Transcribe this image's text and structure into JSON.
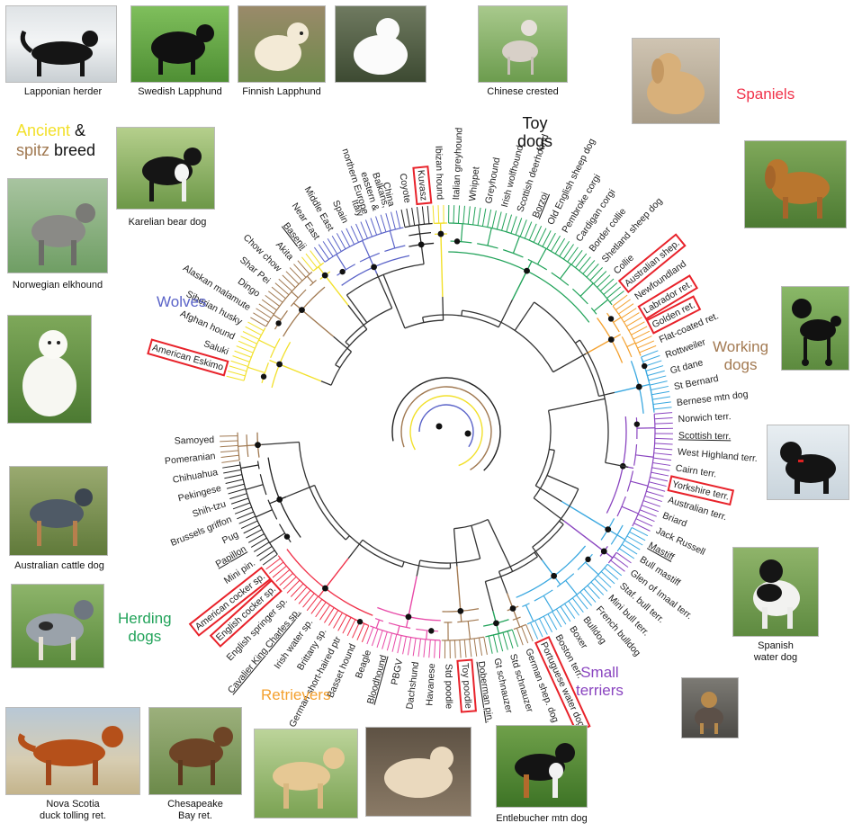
{
  "colors": {
    "wolves": "#5a63c8",
    "ancient": "#f2e02a",
    "spitz": "#a07850",
    "toy": "#222222",
    "spaniels": "#f0324a",
    "working": "#a37a52",
    "herding": "#22a35a",
    "retrievers": "#f4a12f",
    "terriers": "#8a45c0",
    "scenthound": "#e84aa8",
    "mastiff": "#3aa8e0",
    "highlight": "#e8222a"
  },
  "photos": [
    {
      "caption": "Lapponian herder",
      "icon": "black-dog-in-snow"
    },
    {
      "caption": "Swedish Lapphund",
      "icon": "black-spitz-on-grass"
    },
    {
      "caption": "Finnish Lapphund",
      "icon": "cream-spitz"
    },
    {
      "caption": "",
      "icon": "white-fluffy-dog"
    },
    {
      "caption": "Chinese crested",
      "icon": "hairless-dog"
    },
    {
      "caption": "Karelian bear dog",
      "icon": "black-white-dog"
    },
    {
      "caption": "Norwegian elkhound",
      "icon": "grey-spitz"
    },
    {
      "caption": "",
      "icon": "white-pyrenean-dog"
    },
    {
      "caption": "Australian cattle dog",
      "icon": "blue-heeler"
    },
    {
      "caption": "",
      "icon": "merle-shepherd"
    },
    {
      "caption": "Nova Scotia\nduck tolling ret.",
      "icon": "red-retriever"
    },
    {
      "caption": "Chesapeake\nBay ret.",
      "icon": "brown-retriever"
    },
    {
      "caption": "",
      "icon": "yellow-labrador"
    },
    {
      "caption": "",
      "icon": "golden-retriever"
    },
    {
      "caption": "Entlebucher mtn dog",
      "icon": "tricolor-mountain-dog"
    },
    {
      "caption": "",
      "icon": "buff-cocker-spaniel"
    },
    {
      "caption": "",
      "icon": "red-cocker-spaniel"
    },
    {
      "caption": "",
      "icon": "black-poodle"
    },
    {
      "caption": "",
      "icon": "portuguese-water-dog"
    },
    {
      "caption": "Spanish\nwater dog",
      "icon": "black-white-curly-dog"
    },
    {
      "caption": "",
      "icon": "yorkshire-terrier"
    }
  ],
  "groups": {
    "ancient_word": "Ancient",
    "ancient_amp": " &",
    "spitz_word": "spitz",
    "breed_word": " breed",
    "toy": "Toy\ndogs",
    "spaniels": "Spaniels",
    "wolves": "Wolves",
    "working": "Working\ndogs",
    "herding": "Herding\ndogs",
    "retrievers": "Retrievers",
    "terriers": "Small\nterriers"
  },
  "leaves": [
    {
      "label": "American Eskimo",
      "group": "ancient",
      "boxed": true,
      "underline": false
    },
    {
      "label": "Saluki",
      "group": "ancient",
      "boxed": false,
      "underline": false
    },
    {
      "label": "Afghan hound",
      "group": "ancient",
      "boxed": false,
      "underline": false
    },
    {
      "label": "Siberian husky",
      "group": "ancient",
      "boxed": false,
      "underline": false
    },
    {
      "label": "Alaskan malamute",
      "group": "spitz",
      "boxed": false,
      "underline": false
    },
    {
      "label": "Dingo",
      "group": "spitz",
      "boxed": false,
      "underline": false
    },
    {
      "label": "Shar Pei",
      "group": "spitz",
      "boxed": false,
      "underline": false
    },
    {
      "label": "Chow chow",
      "group": "spitz",
      "boxed": false,
      "underline": false
    },
    {
      "label": "Akita",
      "group": "spitz",
      "boxed": false,
      "underline": false
    },
    {
      "label": "Basenji",
      "group": "ancient",
      "boxed": false,
      "underline": true
    },
    {
      "label": "Near East",
      "group": "wolves",
      "boxed": false,
      "underline": false
    },
    {
      "label": "Middle East",
      "group": "wolves",
      "boxed": false,
      "underline": false
    },
    {
      "label": "Spain",
      "group": "wolves",
      "boxed": false,
      "underline": false
    },
    {
      "label": "Italy",
      "group": "wolves",
      "boxed": false,
      "underline": false
    },
    {
      "label": "Balkans,\neastern &\nnorthern Europe",
      "group": "wolves",
      "boxed": false,
      "underline": false
    },
    {
      "label": "China",
      "group": "wolves",
      "boxed": false,
      "underline": false
    },
    {
      "label": "Coyote",
      "group": "toy",
      "boxed": false,
      "underline": false
    },
    {
      "label": "Kuvasz",
      "group": "toy",
      "boxed": true,
      "underline": false
    },
    {
      "label": "Ibizan hound",
      "group": "ancient",
      "boxed": false,
      "underline": false
    },
    {
      "label": "Italian greyhound",
      "group": "herding",
      "boxed": false,
      "underline": false
    },
    {
      "label": "Whippet",
      "group": "herding",
      "boxed": false,
      "underline": false
    },
    {
      "label": "Greyhound",
      "group": "herding",
      "boxed": false,
      "underline": false
    },
    {
      "label": "Irish wolfhound",
      "group": "herding",
      "boxed": false,
      "underline": false
    },
    {
      "label": "Scottish deerhound",
      "group": "herding",
      "boxed": false,
      "underline": false
    },
    {
      "label": "Borzoi",
      "group": "herding",
      "boxed": false,
      "underline": true
    },
    {
      "label": "Old English sheep dog",
      "group": "herding",
      "boxed": false,
      "underline": false
    },
    {
      "label": "Pembroke corgi",
      "group": "herding",
      "boxed": false,
      "underline": false
    },
    {
      "label": "Cardigan corgi",
      "group": "herding",
      "boxed": false,
      "underline": false
    },
    {
      "label": "Border collie",
      "group": "herding",
      "boxed": false,
      "underline": false
    },
    {
      "label": "Shetland sheep dog",
      "group": "herding",
      "boxed": false,
      "underline": false
    },
    {
      "label": "Collie",
      "group": "herding",
      "boxed": false,
      "underline": false
    },
    {
      "label": "Australian shep.",
      "group": "herding",
      "boxed": true,
      "underline": false
    },
    {
      "label": "Newfoundland",
      "group": "retrievers",
      "boxed": false,
      "underline": false
    },
    {
      "label": "Labrador ret.",
      "group": "retrievers",
      "boxed": true,
      "underline": false
    },
    {
      "label": "Golden ret.",
      "group": "retrievers",
      "boxed": true,
      "underline": false
    },
    {
      "label": "Flat-coated ret.",
      "group": "retrievers",
      "boxed": false,
      "underline": false
    },
    {
      "label": "Rottweiler",
      "group": "mastiff",
      "boxed": false,
      "underline": false
    },
    {
      "label": "Gt dane",
      "group": "mastiff",
      "boxed": false,
      "underline": false
    },
    {
      "label": "St Bernard",
      "group": "mastiff",
      "boxed": false,
      "underline": false
    },
    {
      "label": "Bernese mtn dog",
      "group": "mastiff",
      "boxed": false,
      "underline": false
    },
    {
      "label": "Norwich terr.",
      "group": "terriers",
      "boxed": false,
      "underline": false
    },
    {
      "label": "Scottish terr.",
      "group": "terriers",
      "boxed": false,
      "underline": true
    },
    {
      "label": "West Highland terr.",
      "group": "terriers",
      "boxed": false,
      "underline": false
    },
    {
      "label": "Cairn terr.",
      "group": "terriers",
      "boxed": false,
      "underline": false
    },
    {
      "label": "Yorkshire terr.",
      "group": "terriers",
      "boxed": true,
      "underline": false
    },
    {
      "label": "Australian terr.",
      "group": "terriers",
      "boxed": false,
      "underline": false
    },
    {
      "label": "Briard",
      "group": "terriers",
      "boxed": false,
      "underline": false
    },
    {
      "label": "Jack Russell",
      "group": "terriers",
      "boxed": false,
      "underline": false
    },
    {
      "label": "Mastiff",
      "group": "mastiff",
      "boxed": false,
      "underline": true
    },
    {
      "label": "Bull mastiff",
      "group": "mastiff",
      "boxed": false,
      "underline": false
    },
    {
      "label": "Glen of Imaal terr.",
      "group": "terriers",
      "boxed": false,
      "underline": false
    },
    {
      "label": "Staf. bull terr.",
      "group": "mastiff",
      "boxed": false,
      "underline": false
    },
    {
      "label": "Mini bull terr.",
      "group": "mastiff",
      "boxed": false,
      "underline": false
    },
    {
      "label": "French bulldog",
      "group": "mastiff",
      "boxed": false,
      "underline": false
    },
    {
      "label": "Bulldog",
      "group": "mastiff",
      "boxed": false,
      "underline": false
    },
    {
      "label": "Boxer",
      "group": "mastiff",
      "boxed": false,
      "underline": false
    },
    {
      "label": "Boston terr.",
      "group": "mastiff",
      "boxed": false,
      "underline": false
    },
    {
      "label": "Portuguese water dog",
      "group": "mastiff",
      "boxed": true,
      "underline": false
    },
    {
      "label": "German shep. dog",
      "group": "working",
      "boxed": false,
      "underline": false
    },
    {
      "label": "Std schnauzer",
      "group": "herding",
      "boxed": false,
      "underline": false
    },
    {
      "label": "Gt schnauzer",
      "group": "herding",
      "boxed": false,
      "underline": false
    },
    {
      "label": "Doberman pin.",
      "group": "working",
      "boxed": false,
      "underline": true
    },
    {
      "label": "Toy poodle",
      "group": "working",
      "boxed": true,
      "underline": false
    },
    {
      "label": "Std poodle",
      "group": "working",
      "boxed": false,
      "underline": false
    },
    {
      "label": "Havanese",
      "group": "scenthound",
      "boxed": false,
      "underline": false
    },
    {
      "label": "Dachshund",
      "group": "scenthound",
      "boxed": false,
      "underline": false
    },
    {
      "label": "PBGV",
      "group": "scenthound",
      "boxed": false,
      "underline": false
    },
    {
      "label": "Bloodhound",
      "group": "scenthound",
      "boxed": false,
      "underline": true
    },
    {
      "label": "Beagle",
      "group": "scenthound",
      "boxed": false,
      "underline": false
    },
    {
      "label": "Basset hound",
      "group": "spaniels",
      "boxed": false,
      "underline": false
    },
    {
      "label": "German short-haired ptr",
      "group": "spaniels",
      "boxed": false,
      "underline": false
    },
    {
      "label": "Brittany sp.",
      "group": "spaniels",
      "boxed": false,
      "underline": false
    },
    {
      "label": "Irish water sp.",
      "group": "spaniels",
      "boxed": false,
      "underline": false
    },
    {
      "label": "Cavalier King Charles sp.",
      "group": "spaniels",
      "boxed": false,
      "underline": true
    },
    {
      "label": "English springer sp.",
      "group": "spaniels",
      "boxed": false,
      "underline": false
    },
    {
      "label": "English cocker sp.",
      "group": "spaniels",
      "boxed": true,
      "underline": false
    },
    {
      "label": "American cocker sp.",
      "group": "spaniels",
      "boxed": true,
      "underline": false
    },
    {
      "label": "Mini pin.",
      "group": "toy",
      "boxed": false,
      "underline": false
    },
    {
      "label": "Papillon",
      "group": "toy",
      "boxed": false,
      "underline": true
    },
    {
      "label": "Pug",
      "group": "toy",
      "boxed": false,
      "underline": false
    },
    {
      "label": "Brussels griffon",
      "group": "toy",
      "boxed": false,
      "underline": false
    },
    {
      "label": "Shih-tzu",
      "group": "toy",
      "boxed": false,
      "underline": false
    },
    {
      "label": "Pekingese",
      "group": "toy",
      "boxed": false,
      "underline": false
    },
    {
      "label": "Chihuahua",
      "group": "toy",
      "boxed": false,
      "underline": false
    },
    {
      "label": "Pomeranian",
      "group": "spitz",
      "boxed": false,
      "underline": false
    },
    {
      "label": "Samoyed",
      "group": "spitz",
      "boxed": false,
      "underline": false
    }
  ]
}
